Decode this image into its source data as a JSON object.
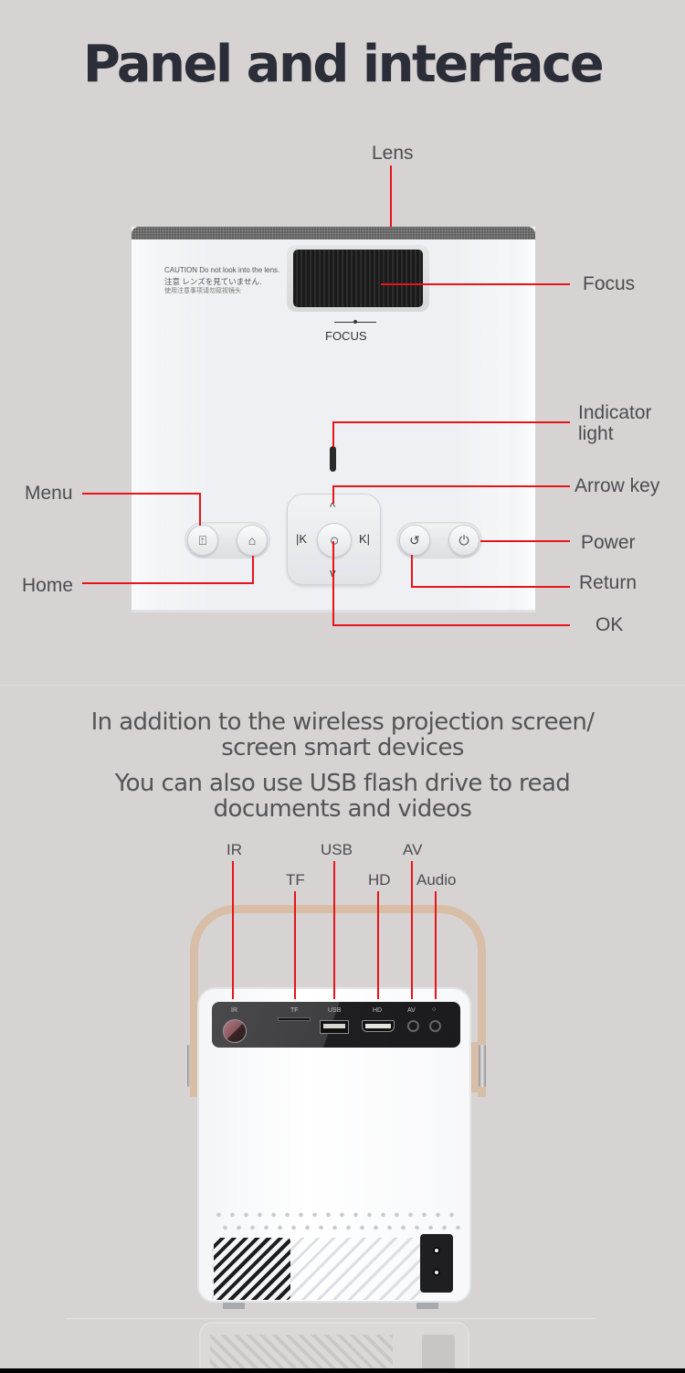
{
  "title": "Panel and interface",
  "top_panel": {
    "caution_lines": [
      "CAUTION Do not look into the lens.",
      "注意 レンズを見ていません.",
      "使用注意事项请勿窥视镜头"
    ],
    "focus_marking": "FOCUS",
    "callouts": {
      "lens": "Lens",
      "focus": "Focus",
      "indicator_light_line1": "Indicator",
      "indicator_light_line2": "light",
      "arrow_key": "Arrow key",
      "power": "Power",
      "return": "Return",
      "ok": "OK",
      "menu": "Menu",
      "home": "Home"
    },
    "buttons": [
      {
        "name": "menu",
        "icon": "menu-icon",
        "glyph": "⍐"
      },
      {
        "name": "home",
        "icon": "home-icon",
        "glyph": "⌂"
      },
      {
        "name": "return",
        "icon": "return-icon",
        "glyph": "↺"
      },
      {
        "name": "power",
        "icon": "power-icon",
        "glyph": "⏻"
      }
    ],
    "dpad": {
      "up": "^",
      "down": "v",
      "left": "|K",
      "right": "K|",
      "ok": "○"
    }
  },
  "description": {
    "line1": "In addition to the wireless projection screen/",
    "line2": "screen smart devices",
    "line3": "You can also use USB flash drive to read",
    "line4": "documents and videos"
  },
  "ports": {
    "callouts": {
      "ir": "IR",
      "tf": "TF",
      "usb": "USB",
      "hd": "HD",
      "av": "AV",
      "audio": "Audio"
    },
    "panel_markings": {
      "ir": "IR",
      "tf": "TF",
      "usb": "USB",
      "hd": "HD",
      "av": "AV",
      "audio": "○"
    }
  },
  "colors": {
    "background": "#d7d3d2",
    "callout_line": "#e8141a",
    "title_text": "#2b2e38",
    "label_text": "#4d4c52",
    "handle": "#d8bda7"
  }
}
